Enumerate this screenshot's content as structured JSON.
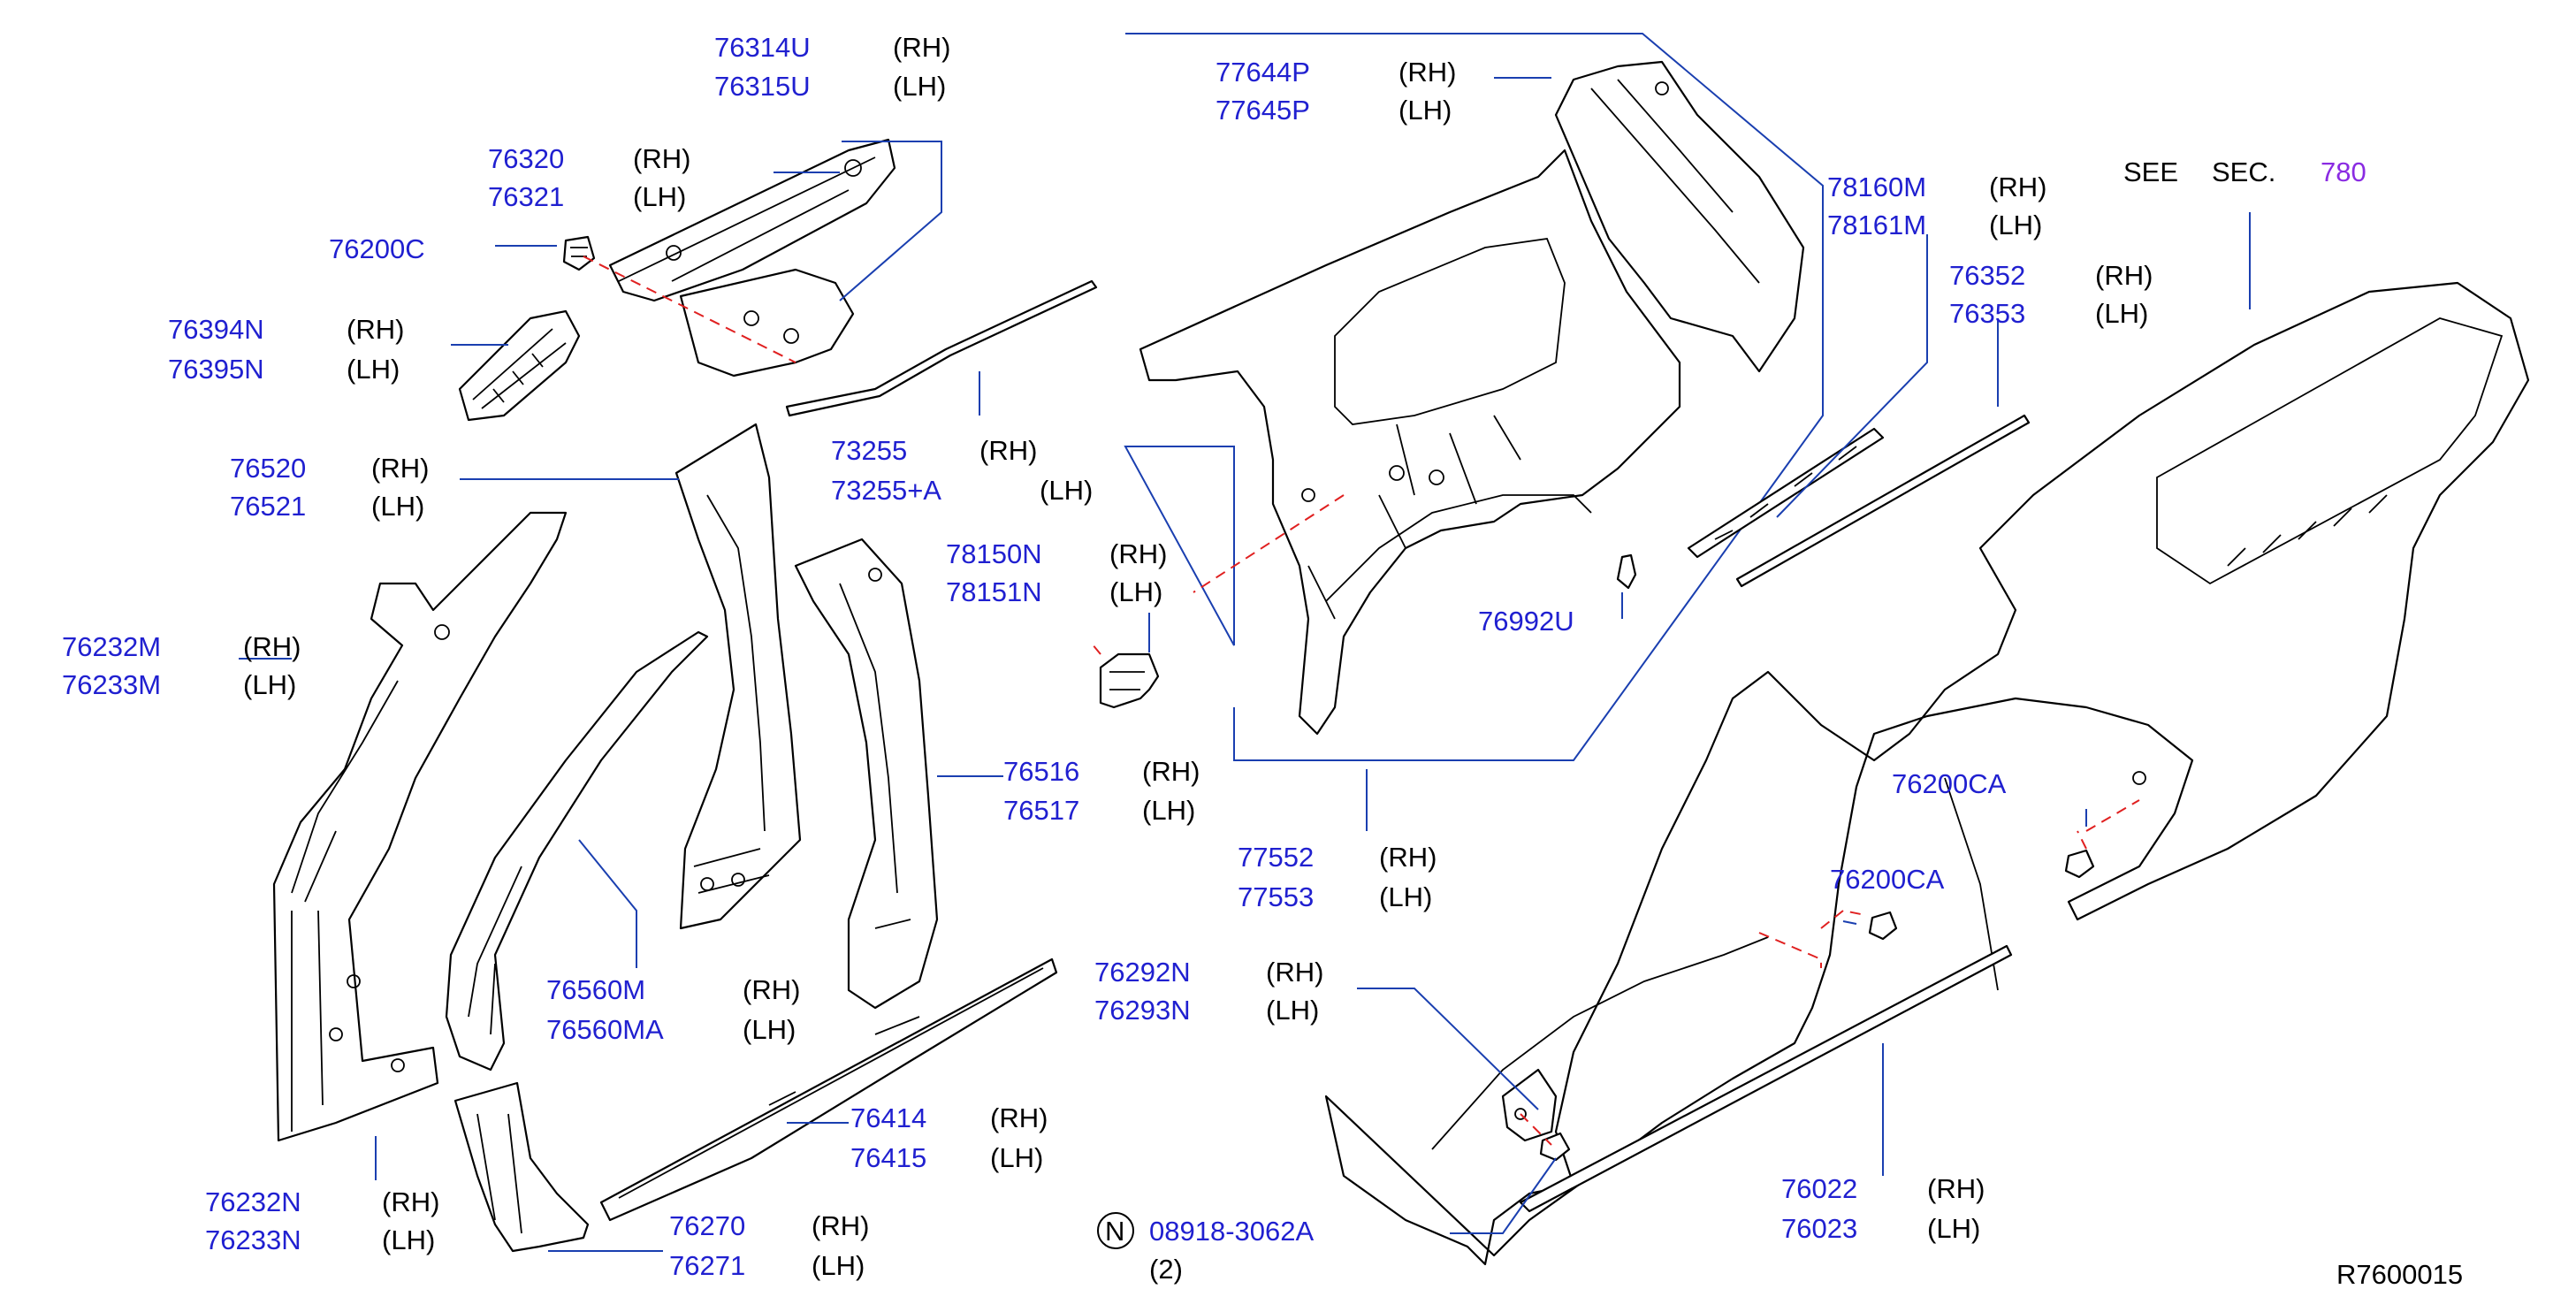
{
  "colors": {
    "part_number": "#2020d0",
    "section_ref": "#8a2be2",
    "leader": "#1a3fb0",
    "dashed_guide": "#e02020"
  },
  "labels": [
    {
      "id": "76314U",
      "rh": "76314U",
      "lh": "76315U",
      "rh_side": "(RH)",
      "lh_side": "(LH)"
    },
    {
      "id": "76320",
      "rh": "76320",
      "lh": "76321",
      "rh_side": "(RH)",
      "lh_side": "(LH)"
    },
    {
      "id": "76200C",
      "single": "76200C"
    },
    {
      "id": "76394N",
      "rh": "76394N",
      "lh": "76395N",
      "rh_side": "(RH)",
      "lh_side": "(LH)"
    },
    {
      "id": "76520",
      "rh": "76520",
      "lh": "76521",
      "rh_side": "(RH)",
      "lh_side": "(LH)"
    },
    {
      "id": "76232M",
      "rh": "76232M",
      "lh": "76233M",
      "rh_side": "(RH)",
      "lh_side": "(LH)"
    },
    {
      "id": "73255",
      "rh": "73255",
      "lh": "73255+A",
      "rh_side": "(RH)",
      "lh_side": "(LH)"
    },
    {
      "id": "77644P",
      "rh": "77644P",
      "lh": "77645P",
      "rh_side": "(RH)",
      "lh_side": "(LH)"
    },
    {
      "id": "78160M",
      "rh": "78160M",
      "lh": "78161M",
      "rh_side": "(RH)",
      "lh_side": "(LH)"
    },
    {
      "id": "76352",
      "rh": "76352",
      "lh": "76353",
      "rh_side": "(RH)",
      "lh_side": "(LH)"
    },
    {
      "id": "78150N",
      "rh": "78150N",
      "lh": "78151N",
      "rh_side": "(RH)",
      "lh_side": "(LH)"
    },
    {
      "id": "76992U",
      "single": "76992U"
    },
    {
      "id": "76516",
      "rh": "76516",
      "lh": "76517",
      "rh_side": "(RH)",
      "lh_side": "(LH)"
    },
    {
      "id": "77552",
      "rh": "77552",
      "lh": "77553",
      "rh_side": "(RH)",
      "lh_side": "(LH)"
    },
    {
      "id": "76200CA_a",
      "single": "76200CA"
    },
    {
      "id": "76200CA_b",
      "single": "76200CA"
    },
    {
      "id": "76560M",
      "rh": "76560M",
      "lh": "76560MA",
      "rh_side": "(RH)",
      "lh_side": "(LH)"
    },
    {
      "id": "76292N",
      "rh": "76292N",
      "lh": "76293N",
      "rh_side": "(RH)",
      "lh_side": "(LH)"
    },
    {
      "id": "76414",
      "rh": "76414",
      "lh": "76415",
      "rh_side": "(RH)",
      "lh_side": "(LH)"
    },
    {
      "id": "76022",
      "rh": "76022",
      "lh": "76023",
      "rh_side": "(RH)",
      "lh_side": "(LH)"
    },
    {
      "id": "76232N",
      "rh": "76232N",
      "lh": "76233N",
      "rh_side": "(RH)",
      "lh_side": "(LH)"
    },
    {
      "id": "76270",
      "rh": "76270",
      "lh": "76271",
      "rh_side": "(RH)",
      "lh_side": "(LH)"
    }
  ],
  "see_section": {
    "see": "SEE",
    "sec": "SEC.",
    "number": "780"
  },
  "bolt": {
    "symbol": "N",
    "part": "08918-3062A",
    "qty": "(2)"
  },
  "diagram_id": "R7600015"
}
